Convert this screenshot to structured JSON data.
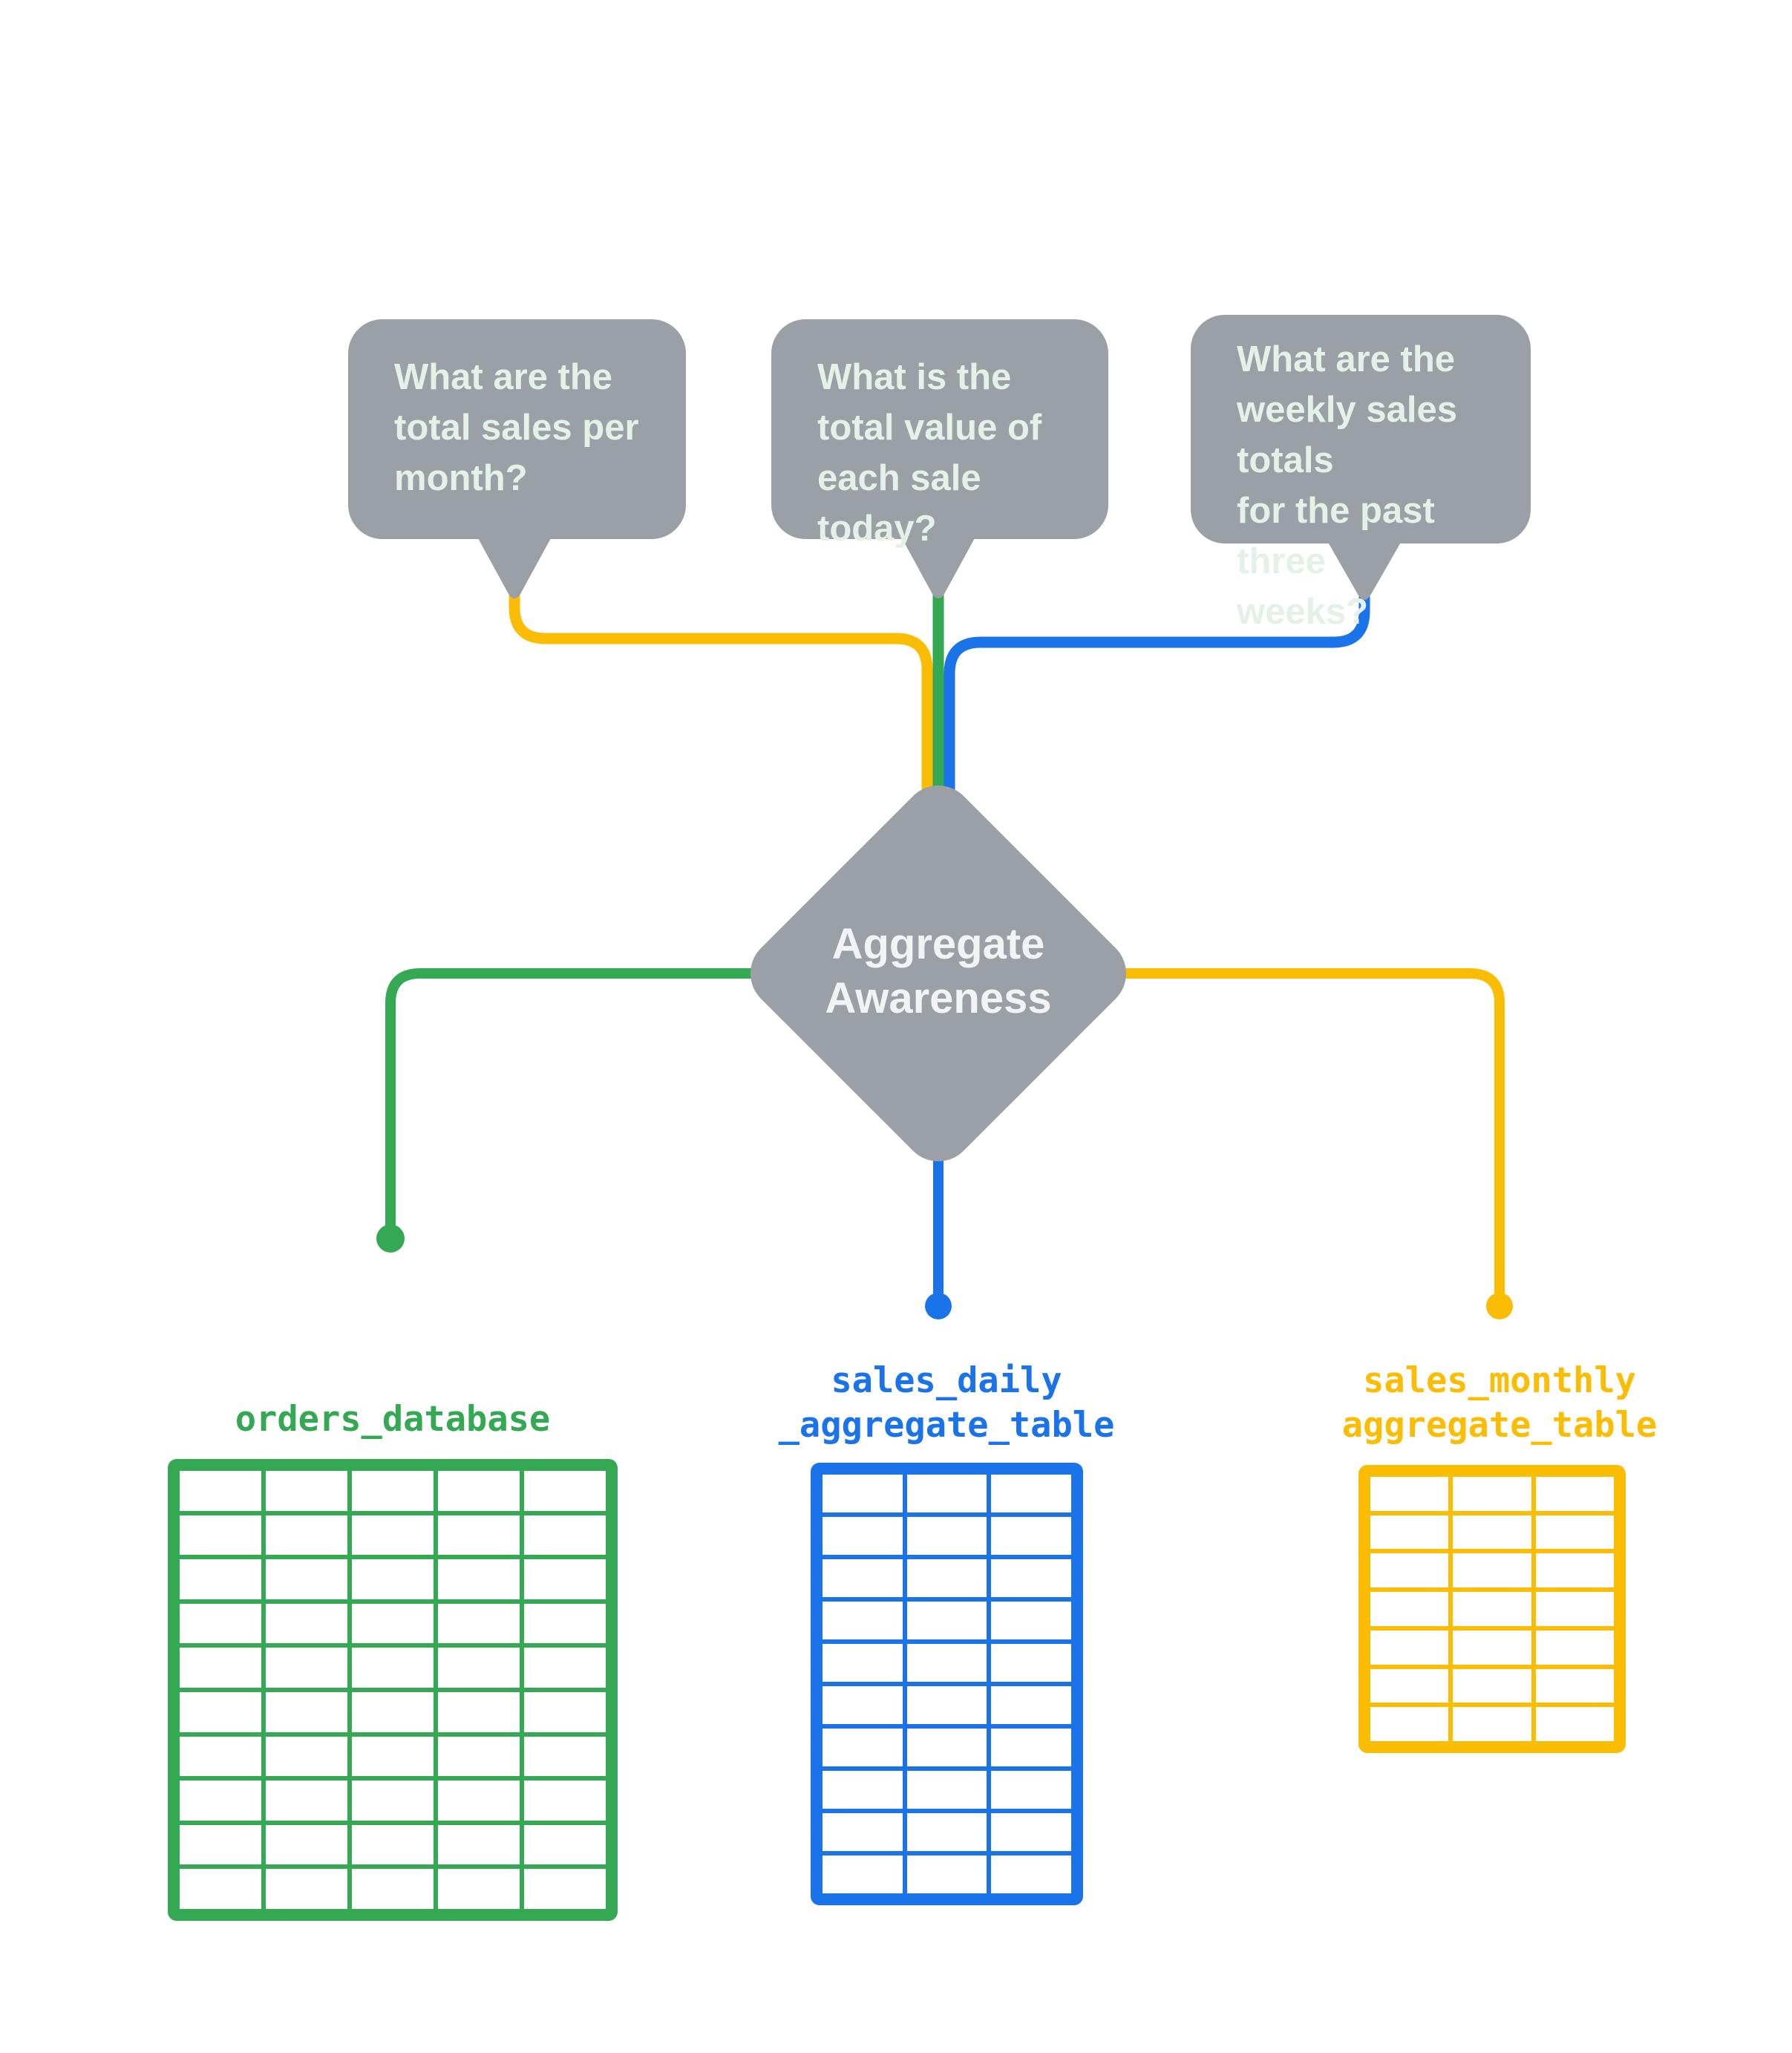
{
  "title": "Aggregate Awareness diagram",
  "colors": {
    "gray": "#9AA0A6",
    "green": "#34A853",
    "blue": "#1A73E8",
    "yellow": "#FBBC04",
    "bubble_text": "#E4F1E7",
    "diamond_text": "#F1F3F4",
    "background": "#ffffff"
  },
  "bubbles": [
    {
      "id": "monthly-question",
      "connector_color": "yellow",
      "text": "What are the total sales per month?",
      "lines": [
        "What are the",
        "total sales per",
        "month?"
      ]
    },
    {
      "id": "daily-question",
      "connector_color": "green",
      "text": "What is the total value of each sale today?",
      "lines": [
        "What is the",
        "total value of",
        "each sale today?"
      ]
    },
    {
      "id": "weekly-question",
      "connector_color": "blue",
      "text": "What are the weekly sales totals for the past three weeks?",
      "lines": [
        "What are the",
        "weekly sales totals",
        "for the past three",
        "weeks?"
      ]
    }
  ],
  "diamond": {
    "lines": [
      "Aggregate",
      "Awareness"
    ],
    "text": "Aggregate Awareness"
  },
  "tables": [
    {
      "name": "orders_database",
      "label_lines": [
        "orders_database"
      ],
      "color": "green",
      "columns": 5,
      "rows": 10
    },
    {
      "name": "sales_daily_aggregate_table",
      "label_lines": [
        "sales_daily",
        "_aggregate_table"
      ],
      "color": "blue",
      "columns": 3,
      "rows": 10
    },
    {
      "name": "sales_monthly_aggregate_table",
      "label_lines": [
        "sales_monthly",
        "aggregate_table"
      ],
      "color": "yellow",
      "columns": 3,
      "rows": 7
    }
  ]
}
